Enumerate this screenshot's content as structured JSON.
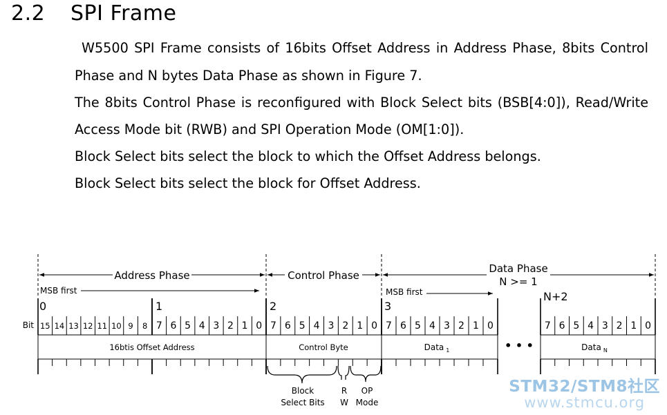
{
  "section": {
    "number": "2.2",
    "title": "SPI Frame"
  },
  "paragraphs": [
    "W5500 SPI Frame consists of 16bits Offset Address in Address Phase, 8bits Control",
    "Phase and N bytes Data Phase as shown in Figure 7.",
    "The 8bits Control Phase is reconfigured with Block Select bits (BSB[4:0]), Read/Write",
    "Access Mode bit (RWB) and SPI Operation Mode (OM[1:0]).",
    "Block Select bits select the block to which the Offset Address belongs.",
    "Block Select bits select the block for Offset Address."
  ],
  "diagram": {
    "phases": {
      "address": "Address Phase",
      "control": "Control Phase",
      "data_line1": "Data Phase",
      "data_line2": "N >= 1"
    },
    "msb_first": "MSB first",
    "bit_label": "Bit",
    "byte_numbers": [
      "0",
      "1",
      "2",
      "3",
      "N+2"
    ],
    "address_bits": [
      "15",
      "14",
      "13",
      "12",
      "11",
      "10",
      "9",
      "8",
      "7",
      "6",
      "5",
      "4",
      "3",
      "2",
      "1",
      "0"
    ],
    "byte_bits": [
      "7",
      "6",
      "5",
      "4",
      "3",
      "2",
      "1",
      "0"
    ],
    "fields": {
      "offset": "16btis Offset Address",
      "control": "Control Byte",
      "data1": "Data",
      "data1_sub": "1",
      "dataN": "Data",
      "dataN_sub": "N"
    },
    "ellipsis": "• • •",
    "brackets": {
      "block_line1": "Block",
      "block_line2": "Select Bits",
      "rw_line1": "R",
      "rw_line2": "W",
      "op_line1": "OP",
      "op_line2": "Mode"
    }
  },
  "watermark": {
    "line1": "STM32/STM8社区",
    "line2": "www.stmcu.org"
  },
  "colors": {
    "watermark_primary": "#9cc4e4",
    "watermark_secondary": "#b9d6ee"
  }
}
